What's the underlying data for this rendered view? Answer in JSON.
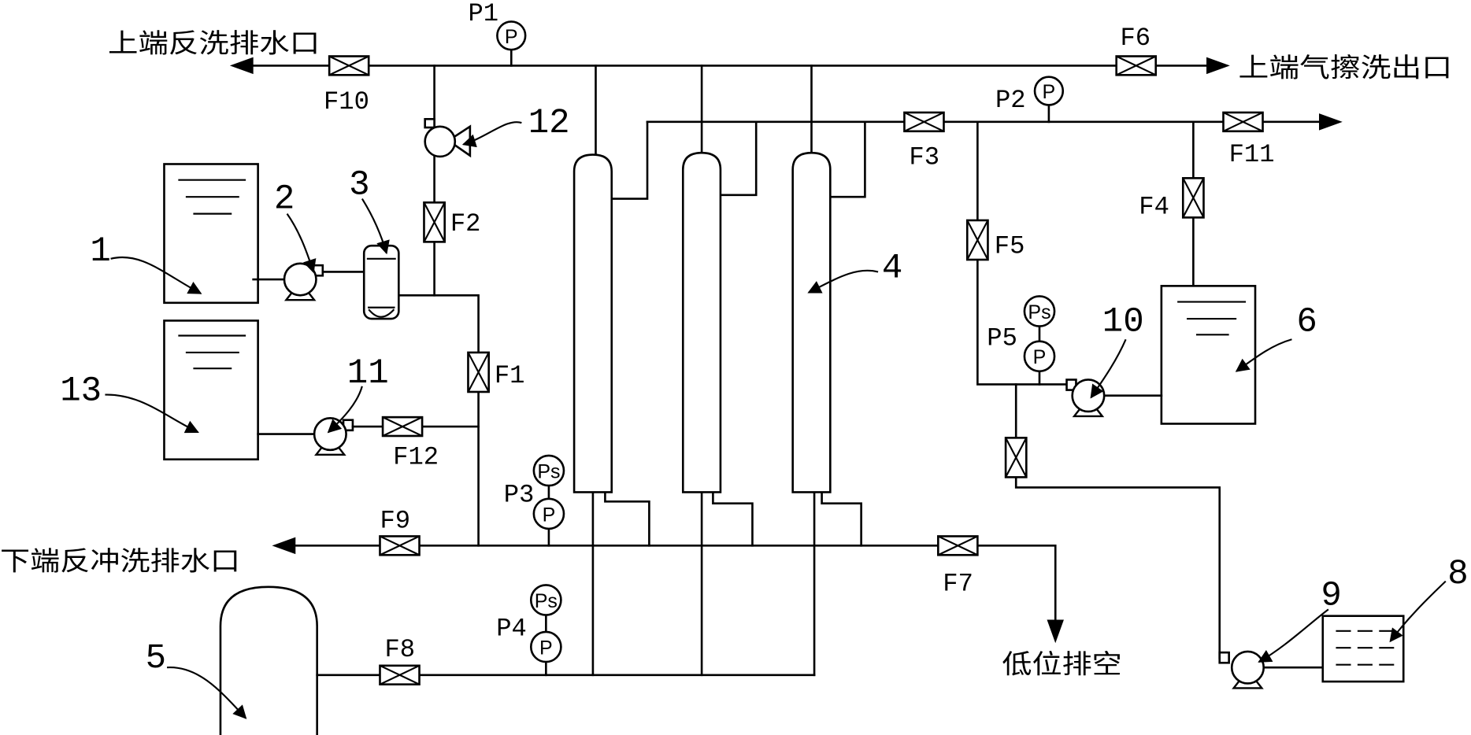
{
  "outlets": {
    "top_backwash_drain": "上端反洗排水口",
    "top_air_scour_outlet": "上端气擦洗出口",
    "bottom_backflush_drain": "下端反冲洗排水口",
    "low_level_drain": "低位排空"
  },
  "gauges": [
    {
      "label": "P1",
      "symbol": "P"
    },
    {
      "label": "P2",
      "symbol": "P"
    },
    {
      "label": "P3",
      "symbol": "P",
      "switch_symbol": "Ps"
    },
    {
      "label": "P4",
      "symbol": "P",
      "switch_symbol": "Ps"
    },
    {
      "label": "P5",
      "symbol": "P",
      "switch_symbol": "Ps"
    }
  ],
  "valves": [
    "F1",
    "F2",
    "F3",
    "F4",
    "F5",
    "F6",
    "F7",
    "F8",
    "F9",
    "F10",
    "F11",
    "F12"
  ],
  "components": [
    "1",
    "2",
    "3",
    "4",
    "5",
    "6",
    "8",
    "9",
    "10",
    "11",
    "12",
    "13"
  ]
}
